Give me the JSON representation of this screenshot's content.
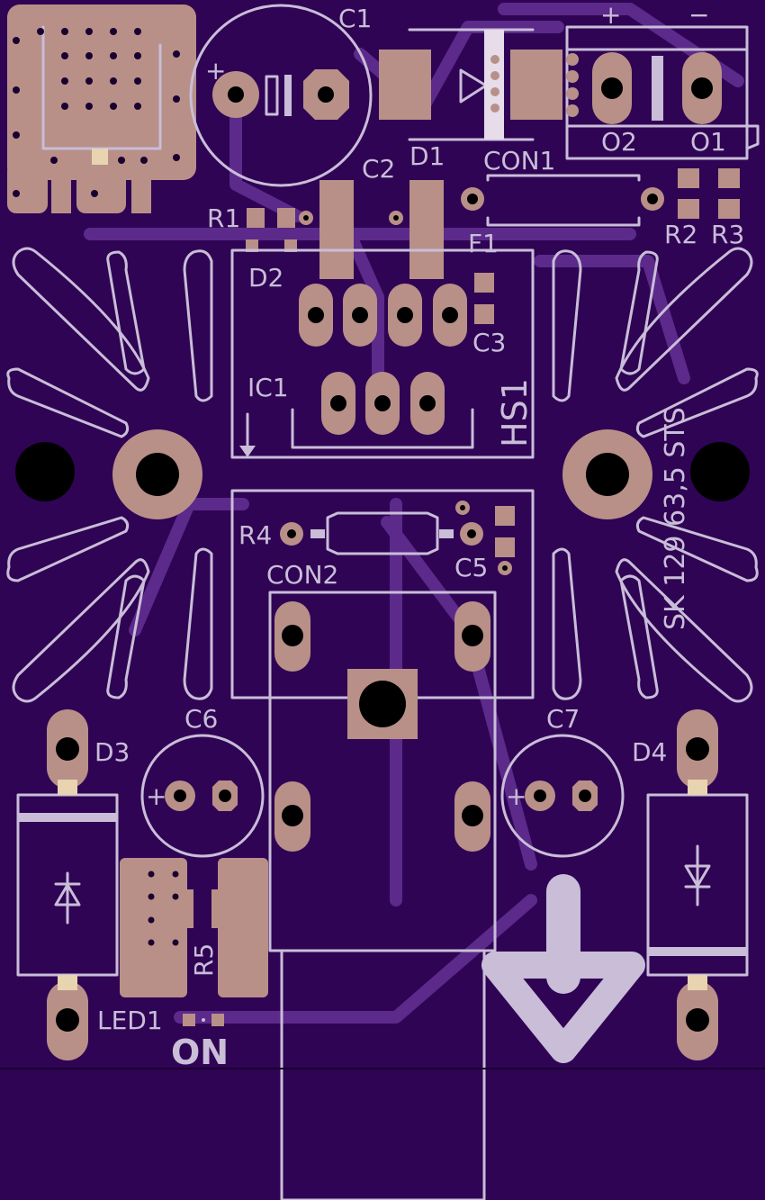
{
  "board": {
    "colors": {
      "background": "#2f0454",
      "silkscreen": "#c9bdd8",
      "copper_pad": "#b89088",
      "drill": "#000000",
      "trace_ghost": "#5c2a8a"
    }
  },
  "labels": {
    "c1": "C1",
    "c2": "C2",
    "d1": "D1",
    "con1": "CON1",
    "r1": "R1",
    "d2": "D2",
    "f1": "F1",
    "r2": "R2",
    "r3": "R3",
    "c3": "C3",
    "ic1": "IC1",
    "hs1": "HS1",
    "heatsink_part": "SK 129 63,5 STS",
    "r4": "R4",
    "c5": "C5",
    "con2": "CON2",
    "c6": "C6",
    "c7": "C7",
    "d3": "D3",
    "d4": "D4",
    "r5": "R5",
    "led1": "LED1",
    "on": "ON",
    "plus": "+",
    "minus": "−",
    "o2": "O2",
    "o1": "O1",
    "cap_plus": "+"
  }
}
